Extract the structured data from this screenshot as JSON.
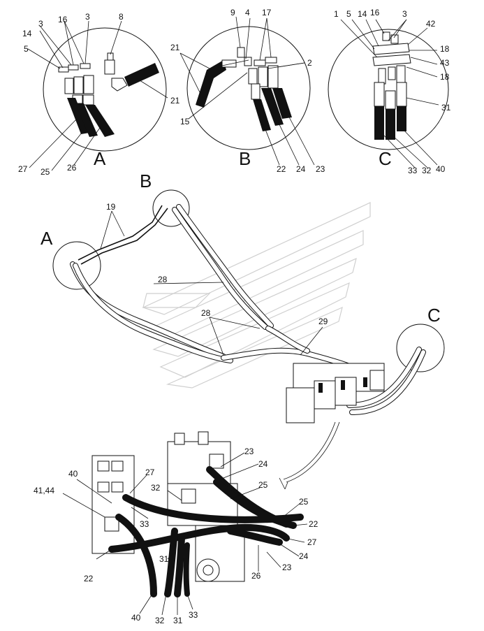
{
  "detail_letters": {
    "A": "A",
    "B": "B",
    "C": "C"
  },
  "labels": {
    "detail_a": [
      "3",
      "16",
      "3",
      "8",
      "14",
      "5",
      "21",
      "27",
      "25",
      "26"
    ],
    "detail_b": [
      "9",
      "4",
      "17",
      "21",
      "2",
      "15",
      "22",
      "24",
      "23"
    ],
    "detail_c": [
      "1",
      "5",
      "14",
      "16",
      "3",
      "42",
      "18",
      "43",
      "18",
      "31",
      "33",
      "32",
      "40"
    ],
    "main": [
      "19",
      "28",
      "28",
      "29"
    ],
    "bottom": [
      "23",
      "24",
      "40",
      "27",
      "25",
      "41,44",
      "32",
      "33",
      "25",
      "22",
      "27",
      "31",
      "24",
      "23",
      "26",
      "22",
      "40",
      "32",
      "31",
      "33"
    ]
  }
}
